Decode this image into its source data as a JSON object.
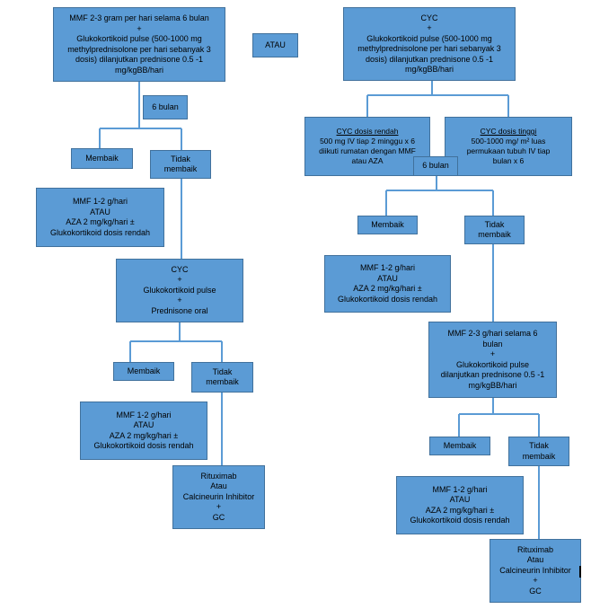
{
  "left": {
    "top_box": [
      "MMF 2-3 gram per hari selama 6 bulan",
      "+",
      "Glukokortikoid pulse (500-1000 mg",
      "methylprednisolone per hari sebanyak 3",
      "dosis) dilanjutkan prednisone 0.5 -1",
      "mg/kgBB/hari"
    ],
    "period": "6 bulan",
    "improve_1": "Membaik",
    "not_improve_1": [
      "Tidak",
      "membaik"
    ],
    "maint_1": [
      "MMF 1-2 g/hari",
      "ATAU",
      "AZA 2 mg/kg/hari ±",
      "Glukokortikoid dosis rendah"
    ],
    "cyc_box": [
      "CYC",
      "+",
      "Glukokortikoid pulse",
      "+",
      "Prednisone oral"
    ],
    "improve_2": "Membaik",
    "not_improve_2": [
      "Tidak",
      "membaik"
    ],
    "maint_2": [
      "MMF 1-2 g/hari",
      "ATAU",
      "AZA 2 mg/kg/hari ±",
      "Glukokortikoid dosis rendah"
    ],
    "rescue": [
      "Rituximab",
      "Atau",
      "Calcineurin Inhibitor",
      "+",
      "GC"
    ]
  },
  "or_label": "ATAU",
  "right": {
    "top_box": [
      "CYC",
      "+",
      "Glukokortikoid pulse (500-1000 mg",
      "methylprednisolone per hari sebanyak 3",
      "dosis) dilanjutkan prednisone 0.5 -1",
      "mg/kgBB/hari"
    ],
    "low_dose": {
      "title": "CYC dosis  rendah",
      "lines": [
        "500 mg IV tiap 2 minggu x 6",
        "diikuti rumatan dengan MMF",
        "atau AZA"
      ]
    },
    "high_dose": {
      "title": "CYC dosis tinggi",
      "lines": [
        "500-1000 mg/ m² luas",
        "permukaan tubuh IV tiap",
        "bulan x 6"
      ]
    },
    "period": "6 bulan",
    "improve_1": "Membaik",
    "not_improve_1": [
      "Tidak",
      "membaik"
    ],
    "maint_1": [
      "MMF 1-2 g/hari",
      "ATAU",
      "AZA 2 mg/kg/hari ±",
      "Glukokortikoid dosis rendah"
    ],
    "mmf_box": [
      "MMF 2-3 g/hari selama 6",
      "bulan",
      "+",
      "Glukokortikoid pulse",
      "dilanjutkan prednisone 0.5 -1",
      "mg/kgBB/hari"
    ],
    "improve_2": "Membaik",
    "not_improve_2": [
      "Tidak",
      "membaik"
    ],
    "maint_2": [
      "MMF 1-2 g/hari",
      "ATAU",
      "AZA 2 mg/kg/hari ±",
      "Glukokortikoid dosis rendah"
    ],
    "rescue": [
      "Rituximab",
      "Atau",
      "Calcineurin Inhibitor",
      "+",
      "GC"
    ]
  },
  "colors": {
    "box_fill": "#5b9bd5",
    "box_border": "#41719c",
    "connector": "#5b9bd5"
  }
}
